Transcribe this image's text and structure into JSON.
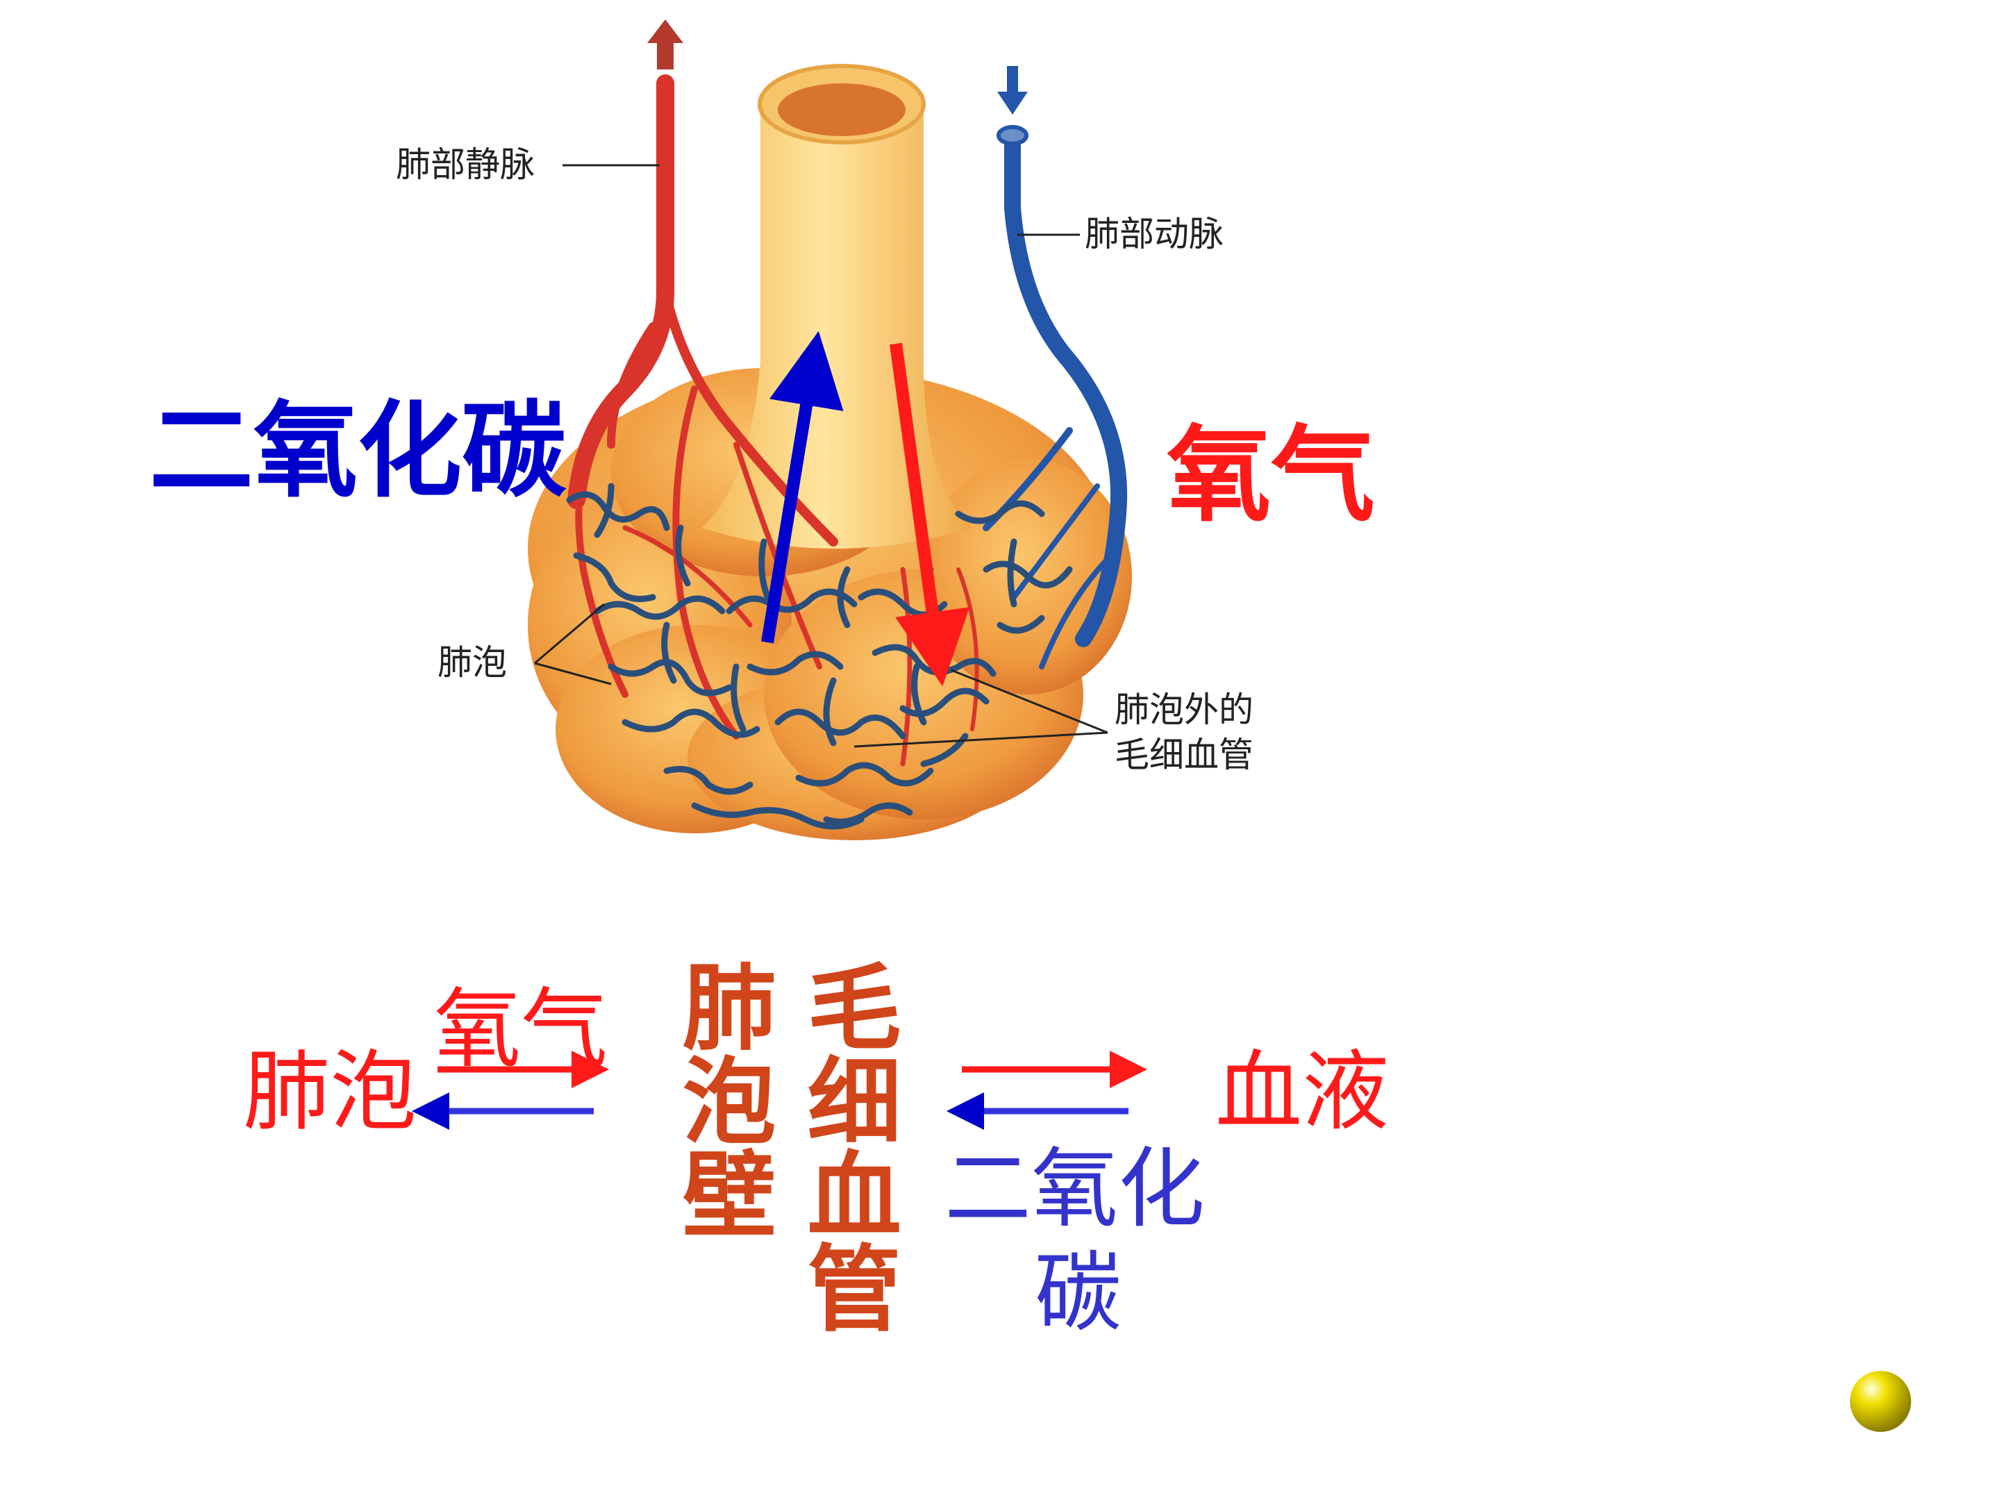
{
  "diagram": {
    "labels": {
      "pulmonary_vein": "肺部静脉",
      "pulmonary_artery": "肺部动脉",
      "alveolus": "肺泡",
      "capillary_line1": "肺泡外的",
      "capillary_line2": "毛细血管",
      "co2_big": "二氧化碳",
      "o2_big": "氧气"
    },
    "exchange": {
      "alveolus": "肺泡",
      "oxygen": "氧气",
      "alveolar_wall": "肺泡壁",
      "capillary": "毛细血管",
      "blood": "血液",
      "co2_line1": "二氧化",
      "co2_line2": "碳"
    },
    "colors": {
      "red": "#ff1a1a",
      "blue": "#0000cc",
      "label_blue": "#3333cc",
      "wall_orange": "#d1451b",
      "vein": "#d9342b",
      "artery": "#2356a8",
      "alveolus_fill": "#f0a040",
      "bronchus": "#fcd27a",
      "ball": "#e6d600"
    }
  }
}
